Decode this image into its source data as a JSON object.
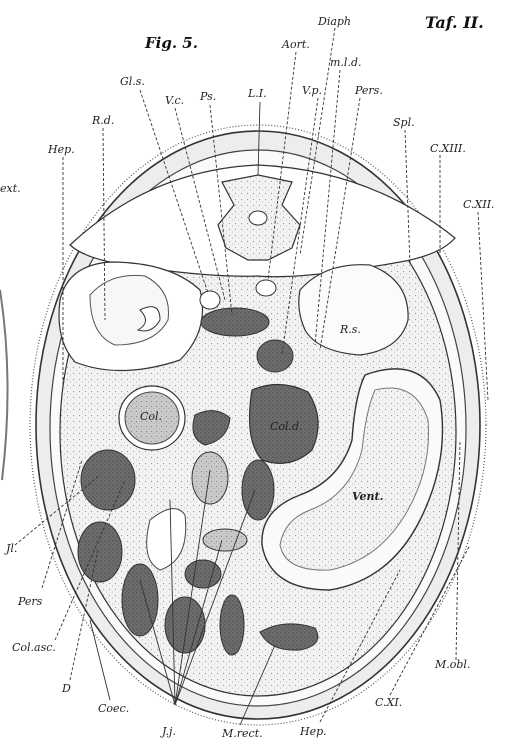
{
  "plate": "Taf. II.",
  "figure": "Fig. 5.",
  "labels": {
    "diaph": "Diaph",
    "aort": "Aort.",
    "mld": "m.l.d.",
    "glsgl": "Gl.s.",
    "vc": "V.c.",
    "ps": "Ps.",
    "li": "L.I.",
    "vp": "V.p.",
    "pers_top": "Pers.",
    "rd": "R.d.",
    "spl": "Spl.",
    "cxiii": "C.XIII.",
    "cxii": "C.XII.",
    "hep_left": "Hep.",
    "ext": "ext.",
    "rs": "R.s.",
    "col": "Col.",
    "cold": "Col.d.",
    "vent": "Vent.",
    "jl": "Jl.",
    "pers_left": "Pers",
    "colasc": "Col.asc.",
    "d": "D",
    "coec": "Coec.",
    "jj": "J.j.",
    "mrect": "M.rect.",
    "hep_bottom": "Hep.",
    "cxi": "C.XI.",
    "mobl": "M.obl."
  }
}
